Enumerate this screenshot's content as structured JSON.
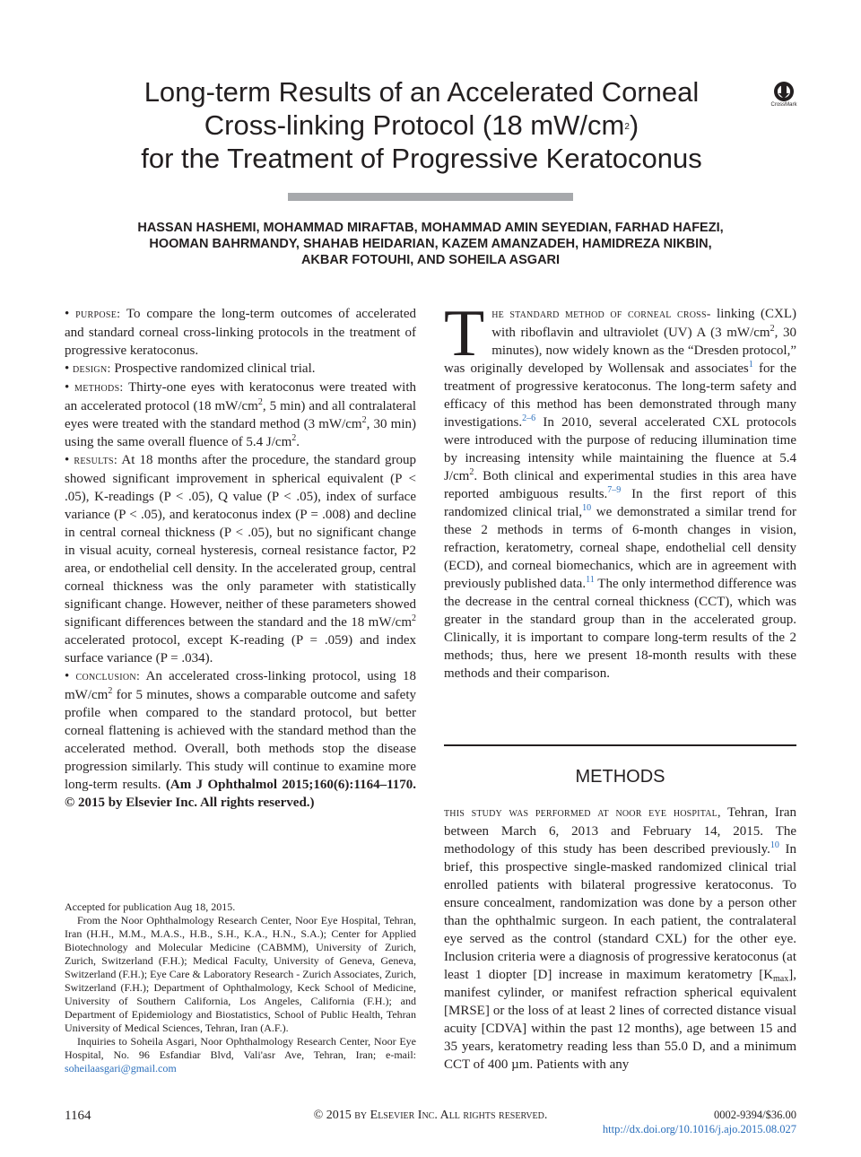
{
  "title": {
    "line1": "Long-term Results of an Accelerated Corneal",
    "line2_pre": "Cross-linking Protocol (18 mW/cm",
    "line2_sup": "2",
    "line2_post": ")",
    "line3": "for the Treatment of Progressive Keratoconus"
  },
  "crossmark": {
    "label": "CrossMark",
    "icon": "crossmark-icon"
  },
  "authors": {
    "line1": "HASSAN HASHEMI, MOHAMMAD MIRAFTAB, MOHAMMAD AMIN SEYEDIAN, FARHAD HAFEZI,",
    "line2": "HOOMAN BAHRMANDY, SHAHAB HEIDARIAN, KAZEM AMANZADEH, HAMIDREZA NIKBIN,",
    "line3": "AKBAR FOTOUHI, AND SOHEILA ASGARI"
  },
  "abstract": {
    "bullet": "•",
    "purpose_label": "purpose:",
    "purpose": "To compare the long-term outcomes of accelerated and standard corneal cross-linking protocols in the treatment of progressive keratoconus.",
    "design_label": "design:",
    "design": "Prospective randomized clinical trial.",
    "methods_label": "methods:",
    "methods_1": "Thirty-one eyes with keratoconus were treated with an accelerated protocol (18 mW/cm",
    "methods_2": ", 5 min) and all contralateral eyes were treated with the standard method (3 mW/cm",
    "methods_3": ", 30 min) using the same overall fluence of 5.4 J/cm",
    "methods_4": ".",
    "results_label": "results:",
    "results_1": "At 18 months after the procedure, the standard group showed significant improvement in spherical equivalent (P < .05), K-readings (P < .05), Q value (P < .05), index of surface variance (P < .05), and keratoconus index (P = .008) and decline in central corneal thickness (P < .05), but no significant change in visual acuity, corneal hysteresis, corneal resistance factor, P2 area, or endothelial cell density. In the accelerated group, central corneal thickness was the only parameter with statistically significant change. However, neither of these parameters showed significant differences between the standard and the 18 mW/cm",
    "results_2": " accelerated protocol, except K-reading (P = .059) and index surface variance (P = .034).",
    "conclusion_label": "conclusion:",
    "conclusion_1": "An accelerated cross-linking protocol, using 18 mW/cm",
    "conclusion_2": " for 5 minutes, shows a comparable outcome and safety profile when compared to the standard protocol, but better corneal flattening is achieved with the standard method than the accelerated method. Overall, both methods stop the disease progression similarly. This study will continue to examine more long-term results.",
    "citation": "(Am J Ophthalmol 2015;160(6):1164–1170. © 2015 by Elsevier Inc. All rights reserved.)",
    "sup2": "2"
  },
  "footnotes": {
    "accepted": "Accepted for publication Aug 18, 2015.",
    "affiliations": "From the Noor Ophthalmology Research Center, Noor Eye Hospital, Tehran, Iran (H.H., M.M., M.A.S., H.B., S.H., K.A., H.N., S.A.); Center for Applied Biotechnology and Molecular Medicine (CABMM), University of Zurich, Zurich, Switzerland (F.H.); Medical Faculty, University of Geneva, Geneva, Switzerland (F.H.); Eye Care & Laboratory Research - Zurich Associates, Zurich, Switzerland (F.H.); Department of Ophthalmology, Keck School of Medicine, University of Southern California, Los Angeles, California (F.H.); and Department of Epidemiology and Biostatistics, School of Public Health, Tehran University of Medical Sciences, Tehran, Iran (A.F.).",
    "inquiries": "Inquiries to Soheila Asgari, Noor Ophthalmology Research Center, Noor Eye Hospital, No. 96 Esfandiar Blvd, Vali'asr Ave, Tehran, Iran; e-mail:",
    "email": "soheilaasgari@gmail.com"
  },
  "intro": {
    "dropcap": "T",
    "lead": "he standard method of corneal cross-",
    "t1": "linking (CXL) with riboflavin and ultraviolet (UV) A (3 mW/cm",
    "t2": ", 30 minutes), now widely known as the “Dresden protocol,” was originally developed by Wollensak and associates",
    "r1": "1",
    "t3": " for the treatment of progressive keratoconus. The long-term safety and efficacy of this method has been demonstrated through many investigations.",
    "r2": "2–6",
    "t4": " In 2010, several accelerated CXL protocols were introduced with the purpose of reducing illumination time by increasing intensity while maintaining the fluence at 5.4 J/cm",
    "t5": ". Both clinical and experimental studies in this area have reported ambiguous results.",
    "r3": "7–9",
    "t6": " In the first report of this randomized clinical trial,",
    "r4": "10",
    "t7": " we demonstrated a similar trend for these 2 methods in terms of 6-month changes in vision, refraction, keratometry, corneal shape, endothelial cell density (ECD), and corneal biomechanics, which are in agreement with previously published data.",
    "r5": "11",
    "t8": " The only intermethod difference was the decrease in the central corneal thickness (CCT), which was greater in the standard group than in the accelerated group. Clinically, it is important to compare long-term results of the 2 methods; thus, here we present 18-month results with these methods and their comparison.",
    "sup2": "2"
  },
  "methods": {
    "heading": "METHODS",
    "lead": "this study was performed at noor eye hospital,",
    "t1": " Tehran, Iran between March 6, 2013 and February 14, 2015. The methodology of this study has been described previously.",
    "r1": "10",
    "t2": " In brief, this prospective single-masked randomized clinical trial enrolled patients with bilateral progressive keratoconus. To ensure concealment, randomization was done by a person other than the ophthalmic surgeon. In each patient, the contralateral eye served as the control (standard CXL) for the other eye. Inclusion criteria were a diagnosis of progressive keratoconus (at least 1 diopter [D] increase in maximum keratometry [K",
    "sub": "max",
    "t3": "], manifest cylinder, or manifest refraction spherical equivalent [MRSE] or the loss of at least 2 lines of corrected distance visual acuity [CDVA] within the past 12 months), age between 15 and 35 years, keratometry reading less than 55.0 D, and a minimum CCT of 400 µm. Patients with any"
  },
  "footer": {
    "page_number": "1164",
    "copyright": "© 2015 by Elsevier Inc. All rights reserved.",
    "issn": "0002-9394/$36.00",
    "doi": "http://dx.doi.org/10.1016/j.ajo.2015.08.027"
  },
  "colors": {
    "text": "#231f20",
    "rule": "#a7a9ac",
    "link": "#2a6ebb"
  }
}
